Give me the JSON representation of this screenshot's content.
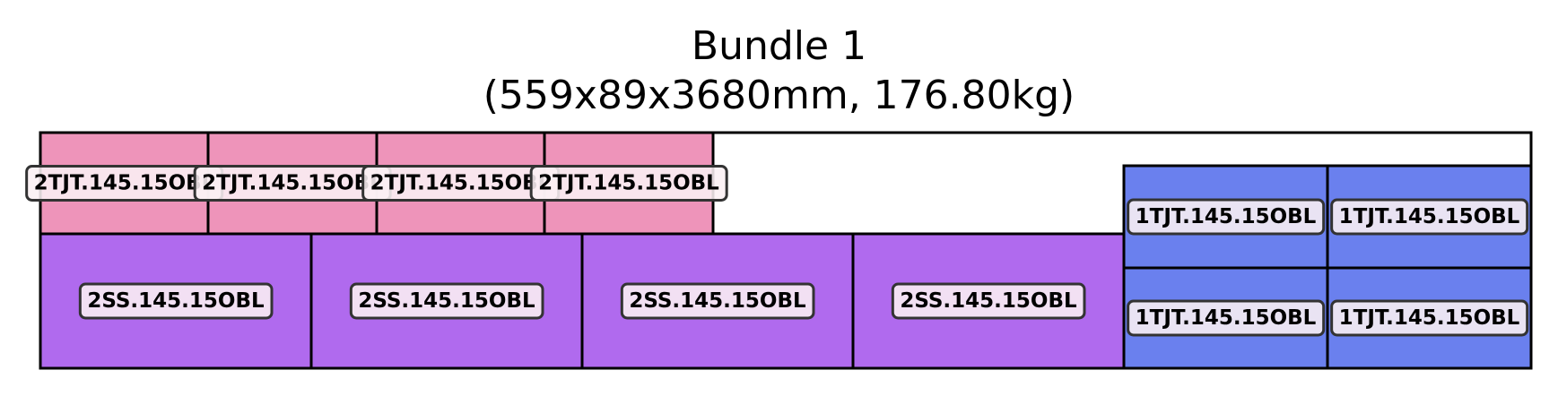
{
  "diagram": {
    "title": "Bundle 1",
    "subtitle": "(559x89x3680mm, 176.80kg)",
    "colors": {
      "pink": "#EE94BA",
      "purple": "#B06AEE",
      "blue": "#6A80EE",
      "outline": "#000000",
      "label_bg": "#FAF0F4",
      "label_border": "#333333"
    },
    "pieces": [
      {
        "code": "2TJT.145.15OBL",
        "color": "pink"
      },
      {
        "code": "2TJT.145.15OBL",
        "color": "pink"
      },
      {
        "code": "2TJT.145.15OBL",
        "color": "pink"
      },
      {
        "code": "2TJT.145.15OBL",
        "color": "pink"
      },
      {
        "code": "2SS.145.15OBL",
        "color": "purple"
      },
      {
        "code": "2SS.145.15OBL",
        "color": "purple"
      },
      {
        "code": "2SS.145.15OBL",
        "color": "purple"
      },
      {
        "code": "2SS.145.15OBL",
        "color": "purple"
      },
      {
        "code": "1TJT.145.15OBL",
        "color": "blue"
      },
      {
        "code": "1TJT.145.15OBL",
        "color": "blue"
      },
      {
        "code": "1TJT.145.15OBL",
        "color": "blue"
      },
      {
        "code": "1TJT.145.15OBL",
        "color": "blue"
      }
    ]
  }
}
